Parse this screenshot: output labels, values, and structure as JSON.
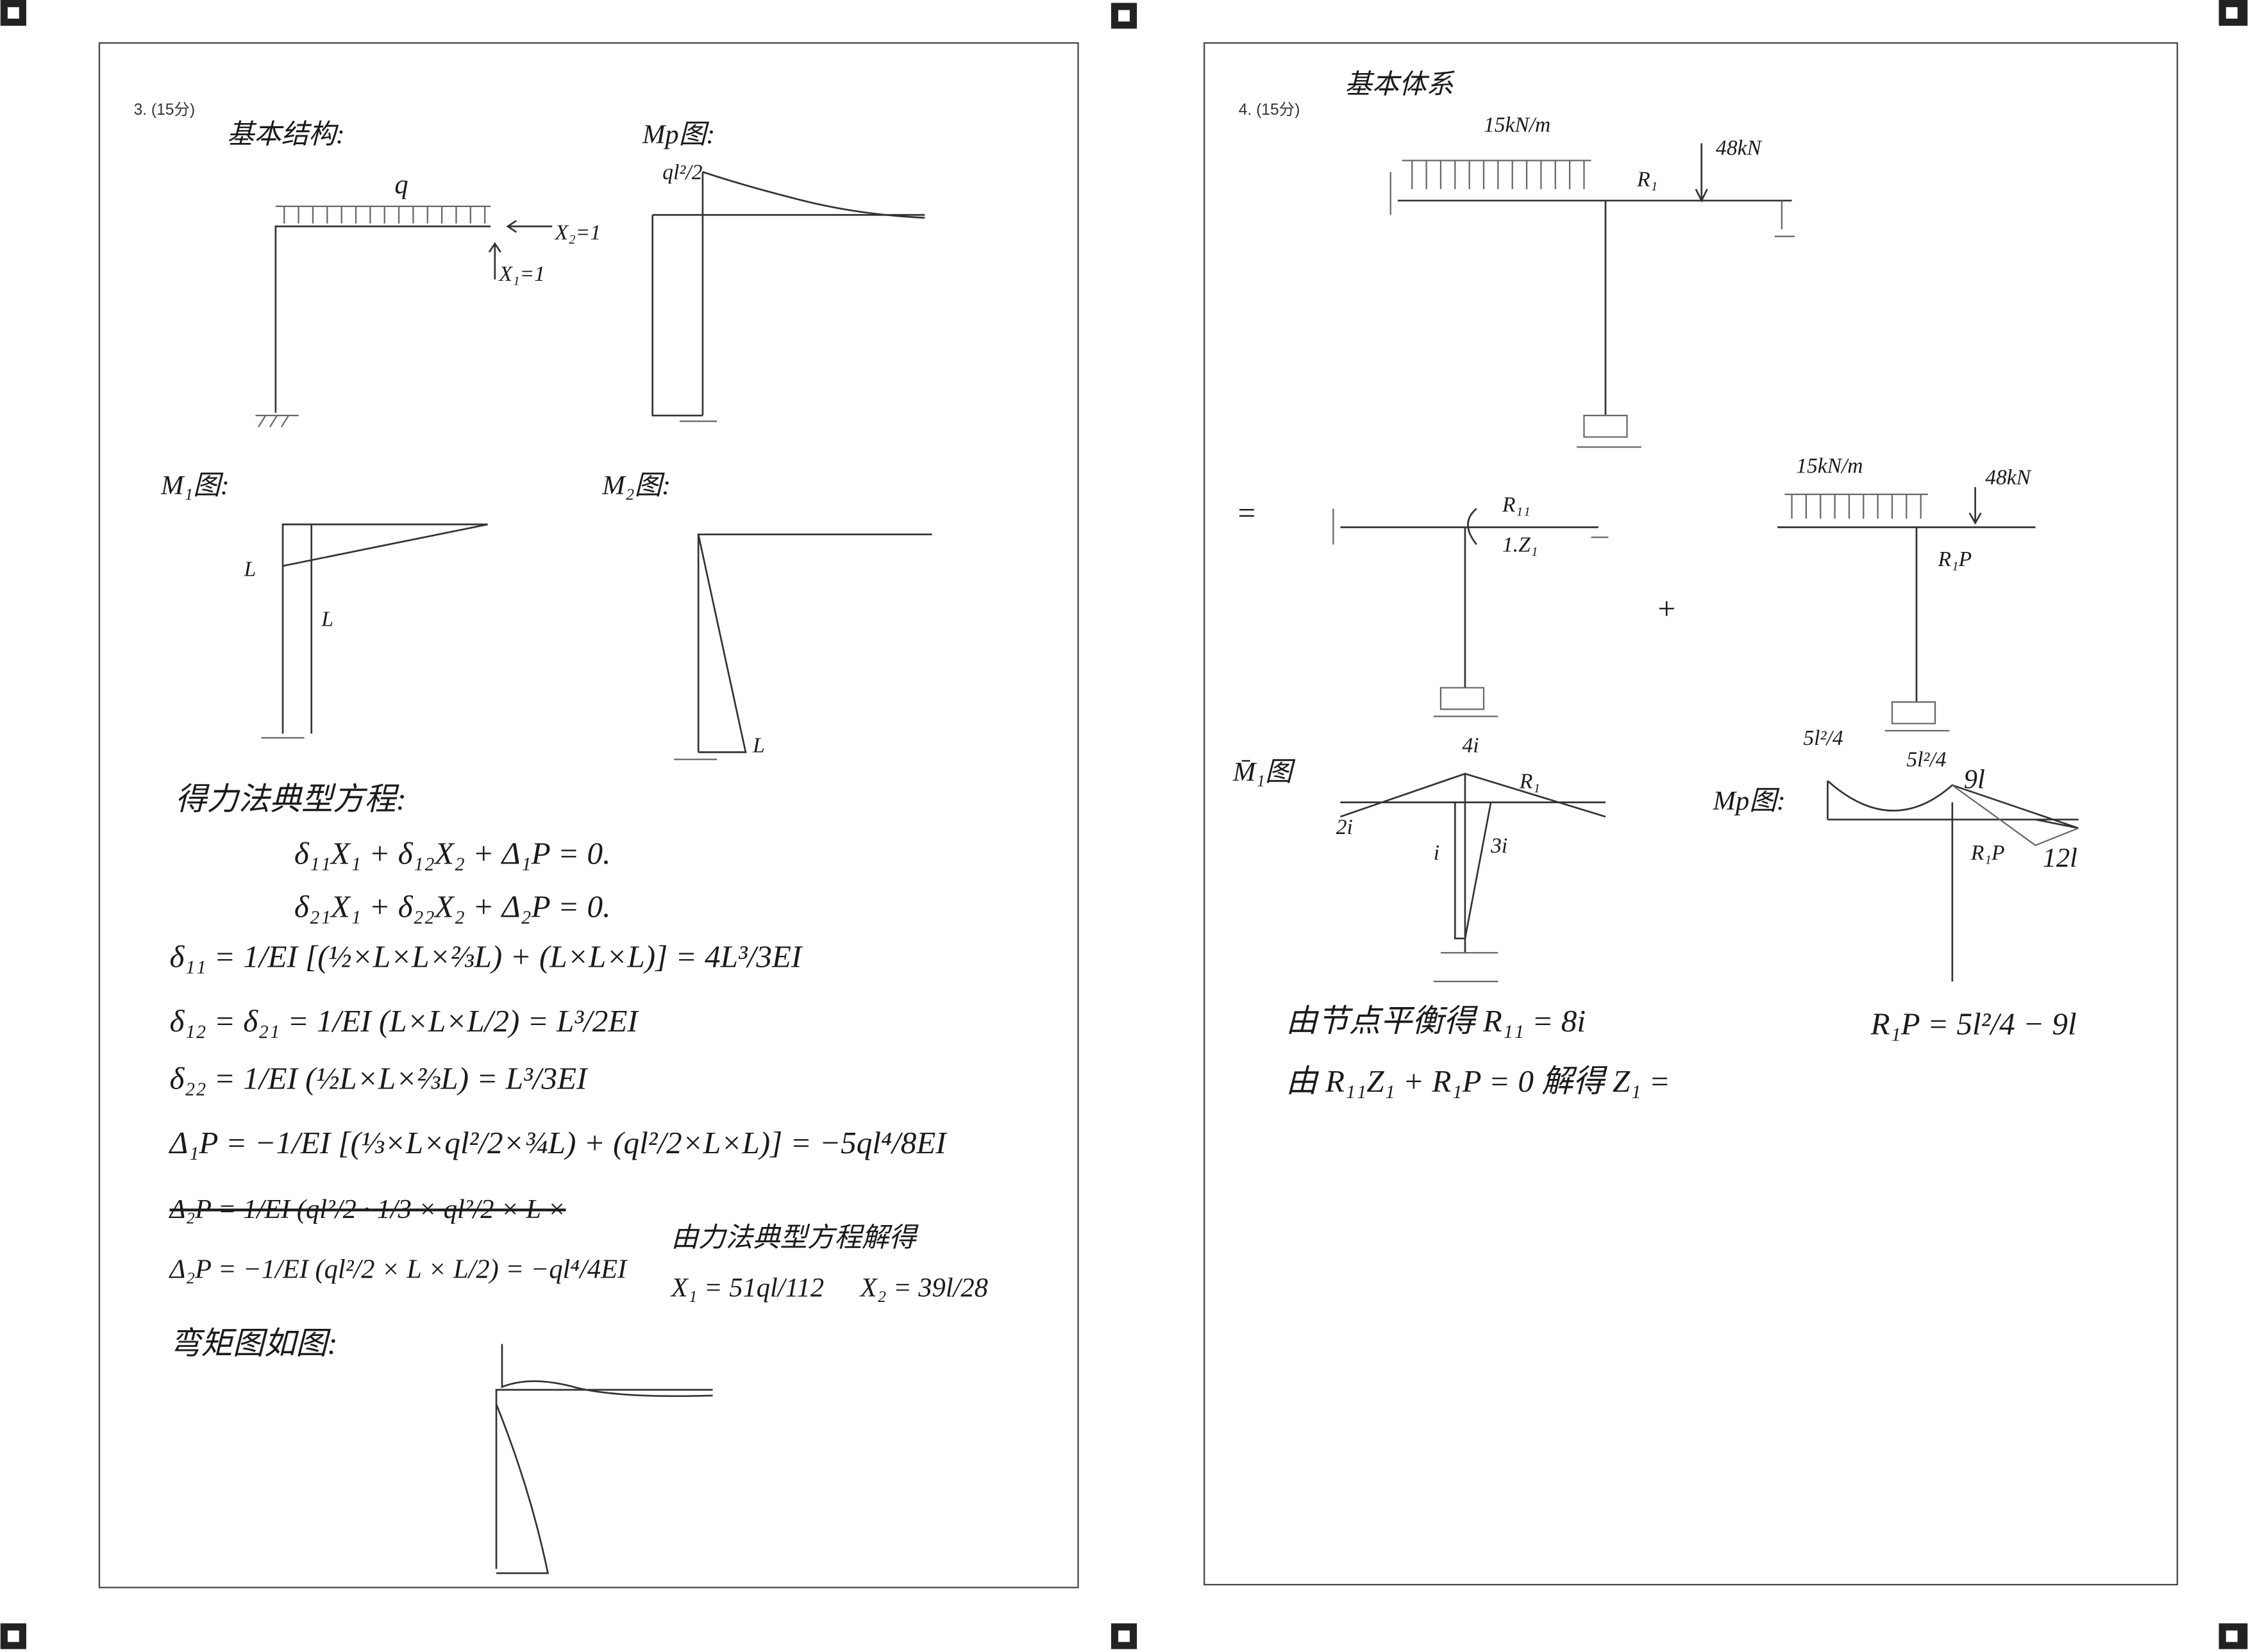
{
  "left_page": {
    "question": "3. (15分)",
    "basic_structure_label": "基本结构:",
    "load_q": "q",
    "x2_label": "X₂=1",
    "x1_label": "X₁=1",
    "mp_label": "Mp图:",
    "mp_value": "ql²/2",
    "m1_label": "M₁图:",
    "m1_value_a": "L",
    "m1_value_b": "L",
    "m2_label": "M₂图:",
    "m2_value": "L",
    "equations_heading": "得力法典型方程:",
    "eq1": "δ₁₁X₁ + δ₁₂X₂ + Δ₁P = 0.",
    "eq2": "δ₂₁X₁ + δ₂₂X₂ + Δ₂P = 0.",
    "d11": "δ₁₁ = 1/EI [(½×L×L×⅔L) + (L×L×L)] = 4L³/3EI",
    "d12": "δ₁₂ = δ₂₁ = 1/EI (L×L×L/2) = L³/2EI",
    "d22": "δ₂₂ = 1/EI (½L×L×⅔L) = L³/3EI",
    "d1p": "Δ₁P = −1/EI [(⅓×L×ql²/2×¾L) + (ql²/2×L×L)] = −5ql⁴/8EI",
    "d2p_struck": "Δ₂P = 1/EI (ql²/2 · 1/3 × ql²/2 × L ×",
    "d2p": "Δ₂P = −1/EI (ql²/2 × L × L/2) = −ql⁴/4EI",
    "solve_heading": "由力法典型方程解得",
    "x1_result": "X₁ = 51ql/112",
    "x2_result": "X₂ = 39l/28",
    "moment_heading": "弯矩图如图:"
  },
  "right_page": {
    "question": "4. (15分)",
    "basic_system_label": "基本体系",
    "dist_load": "15kN/m",
    "point_load": "48kN",
    "r1_label": "R₁",
    "equals": "=",
    "r11_label": "R₁₁",
    "z1_label": "1.Z₁",
    "dist_load_2": "15kN/m",
    "point_load_2": "48kN",
    "r1p_label": "R₁P",
    "plus": "+",
    "m1_label": "M̄₁图",
    "m1_4i": "4i",
    "m1_2i": "2i",
    "m1_3i": "3i",
    "m1_i": "i",
    "m1_r1": "R₁",
    "mp_label": "Mp图:",
    "mp_5l2_a": "5l²/4",
    "mp_5l2_b": "5l²/4",
    "mp_9l": "9l",
    "mp_r1p": "R₁P",
    "mp_12l": "12l",
    "r11_result": "由节点平衡得 R₁₁ = 8i",
    "solve_line": "由 R₁₁Z₁ + R₁P = 0  解得 Z₁ =",
    "r1p_result": "R₁P = 5l²/4 − 9l"
  }
}
